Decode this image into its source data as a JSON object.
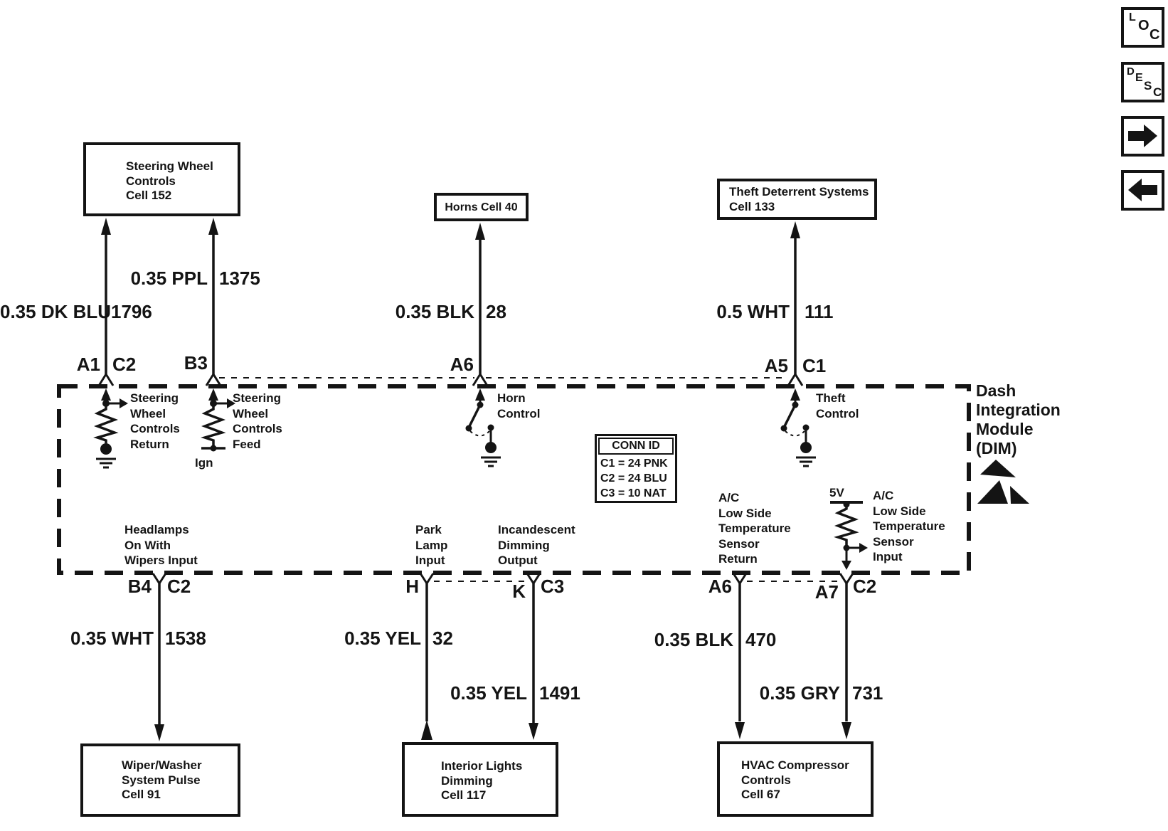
{
  "colors": {
    "ink": "#141414",
    "paper": "#ffffff"
  },
  "toolbar": {
    "loc_letters": [
      "L",
      "O",
      "C"
    ],
    "desc_letters": [
      "D",
      "E",
      "S",
      "C"
    ]
  },
  "module": {
    "name_lines": [
      "Dash",
      "Integration",
      "Module",
      "(DIM)"
    ]
  },
  "conn_id": {
    "title": "CONN ID",
    "rows": [
      "C1 = 24 PNK",
      "C2 = 24 BLU",
      "C3 = 10 NAT"
    ]
  },
  "boxes": {
    "steering": {
      "lines": [
        "Steering Wheel",
        "Controls",
        "Cell 152"
      ]
    },
    "horns": {
      "lines": [
        "Horns Cell 40"
      ]
    },
    "theft": {
      "lines": [
        "Theft Deterrent Systems",
        "Cell 133"
      ]
    },
    "wiper": {
      "lines": [
        "Wiper/Washer",
        "System Pulse",
        "Cell 91"
      ]
    },
    "interior": {
      "lines": [
        "Interior Lights",
        "Dimming",
        "Cell 117"
      ]
    },
    "hvac": {
      "lines": [
        "HVAC Compressor",
        "Controls",
        "Cell 67"
      ]
    }
  },
  "wires": {
    "steering_return": {
      "spec": "0.35 DK BLU",
      "circuit": "1796"
    },
    "steering_feed": {
      "spec": "0.35 PPL",
      "circuit": "1375"
    },
    "horn": {
      "spec": "0.35 BLK",
      "circuit": "28"
    },
    "theft": {
      "spec": "0.5 WHT",
      "circuit": "111"
    },
    "wipers": {
      "spec": "0.35 WHT",
      "circuit": "1538"
    },
    "park_lamp": {
      "spec": "0.35 YEL",
      "circuit": "32"
    },
    "dimming": {
      "spec": "0.35 YEL",
      "circuit": "1491"
    },
    "ac_return": {
      "spec": "0.35 BLK",
      "circuit": "470"
    },
    "ac_input": {
      "spec": "0.35 GRY",
      "circuit": "731"
    }
  },
  "pins": {
    "a1": "A1",
    "c2_a1": "C2",
    "b3": "B3",
    "a6_top": "A6",
    "a5": "A5",
    "c1": "C1",
    "b4": "B4",
    "c2_b4": "C2",
    "h": "H",
    "k": "K",
    "c3": "C3",
    "a6_bottom": "A6",
    "a7": "A7",
    "c2_a7": "C2"
  },
  "signals": {
    "steering_return": [
      "Steering",
      "Wheel",
      "Controls",
      "Return"
    ],
    "steering_feed": [
      "Steering",
      "Wheel",
      "Controls",
      "Feed"
    ],
    "ign": "Ign",
    "horn_control": [
      "Horn",
      "Control"
    ],
    "theft_control": [
      "Theft",
      "Control"
    ],
    "headlamps": [
      "Headlamps",
      "On With",
      "Wipers Input"
    ],
    "park_lamp": [
      "Park",
      "Lamp",
      "Input"
    ],
    "incandescent": [
      "Incandescent",
      "Dimming",
      "Output"
    ],
    "ac_sensor_return": [
      "A/C",
      "Low Side",
      "Temperature",
      "Sensor",
      "Return"
    ],
    "ac_sensor_input": [
      "A/C",
      "Low Side",
      "Temperature",
      "Sensor",
      "Input"
    ],
    "five_volts": "5V"
  }
}
